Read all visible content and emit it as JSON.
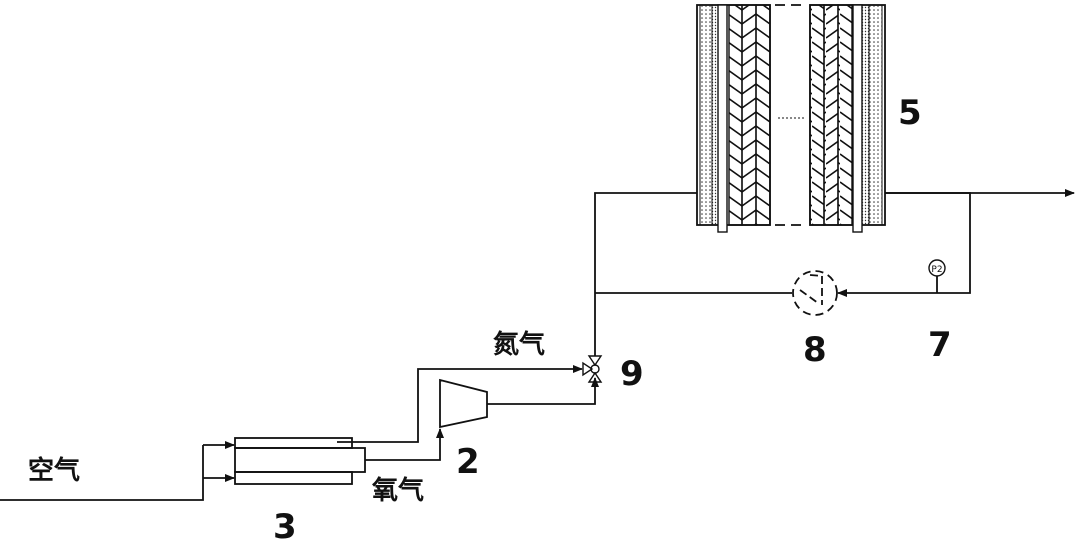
{
  "labels": {
    "air": "空气",
    "oxygen": "氧气",
    "nitrogen": "氮气",
    "membrane_module": "3",
    "compressor": "2",
    "three_way_valve": "9",
    "circulation_pump": "8",
    "pressure_sensor_ref": "7",
    "stack": "5",
    "sensor_tag": "P2"
  },
  "colors": {
    "line": "#111111",
    "background": "#ffffff"
  }
}
